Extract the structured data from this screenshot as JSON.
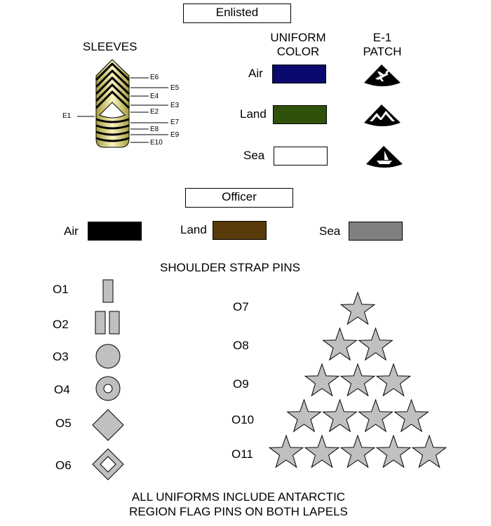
{
  "enlisted": {
    "title": "Enlisted",
    "sleeves_title": "SLEEVES",
    "uniform_color_title": [
      "UNIFORM",
      "COLOR"
    ],
    "patch_title": [
      "E-1",
      "PATCH"
    ],
    "ranks_left": [
      "E1"
    ],
    "ranks_right": [
      "E6",
      "E5",
      "E4",
      "E3",
      "E2",
      "E7",
      "E8",
      "E9",
      "E10"
    ],
    "uniforms": [
      {
        "name": "Air",
        "color": "#0a0a6e",
        "patch_icon": "airplane-patch-icon"
      },
      {
        "name": "Land",
        "color": "#2f5109",
        "patch_icon": "mountain-patch-icon"
      },
      {
        "name": "Sea",
        "color": "#ffffff",
        "patch_icon": "boat-patch-icon"
      }
    ]
  },
  "officer": {
    "title": "Officer",
    "uniforms": [
      {
        "name": "Air",
        "color": "#000000"
      },
      {
        "name": "Land",
        "color": "#5a3a0a"
      },
      {
        "name": "Sea",
        "color": "#808080"
      }
    ],
    "pins_title": "SHOULDER STRAP PINS",
    "pins": [
      {
        "rank": "O1",
        "icon": "single-bar-pin-icon"
      },
      {
        "rank": "O2",
        "icon": "double-bar-pin-icon"
      },
      {
        "rank": "O3",
        "icon": "circle-pin-icon"
      },
      {
        "rank": "O4",
        "icon": "ring-pin-icon"
      },
      {
        "rank": "O5",
        "icon": "diamond-pin-icon"
      },
      {
        "rank": "O6",
        "icon": "hollow-diamond-pin-icon"
      }
    ],
    "star_ranks": [
      {
        "rank": "O7",
        "stars": 1
      },
      {
        "rank": "O8",
        "stars": 2
      },
      {
        "rank": "O9",
        "stars": 3
      },
      {
        "rank": "O10",
        "stars": 4
      },
      {
        "rank": "O11",
        "stars": 5
      }
    ],
    "pin_color": "#c0c0c0"
  },
  "footer": [
    "ALL UNIFORMS INCLUDE ANTARCTIC",
    "REGION FLAG PINS ON BOTH LAPELS"
  ]
}
